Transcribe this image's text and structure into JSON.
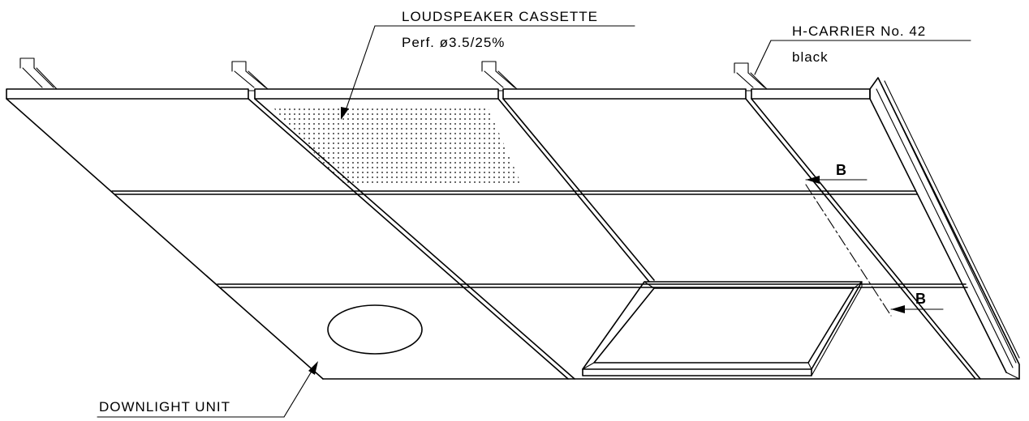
{
  "labels": {
    "loudspeaker_title": "LOUDSPEAKER CASSETTE",
    "loudspeaker_spec": "Perf. ø3.5/25%",
    "carrier_title": "H-CARRIER No. 42",
    "carrier_color": "black",
    "downlight": "DOWNLIGHT UNIT",
    "section_mark_upper": "B",
    "section_mark_lower": "B"
  },
  "colors": {
    "line": "#000000",
    "background": "#ffffff"
  }
}
